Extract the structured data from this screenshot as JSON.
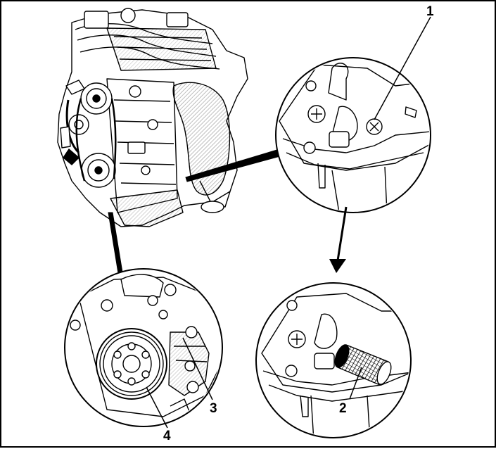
{
  "callouts": {
    "c1": "1",
    "c2": "2",
    "c3": "3",
    "c4": "4"
  },
  "colors": {
    "line": "#000000",
    "background": "#ffffff",
    "hatch": "#333333"
  },
  "icons": {
    "engine": "engine-illustration",
    "arrow": "down-arrow-icon"
  }
}
